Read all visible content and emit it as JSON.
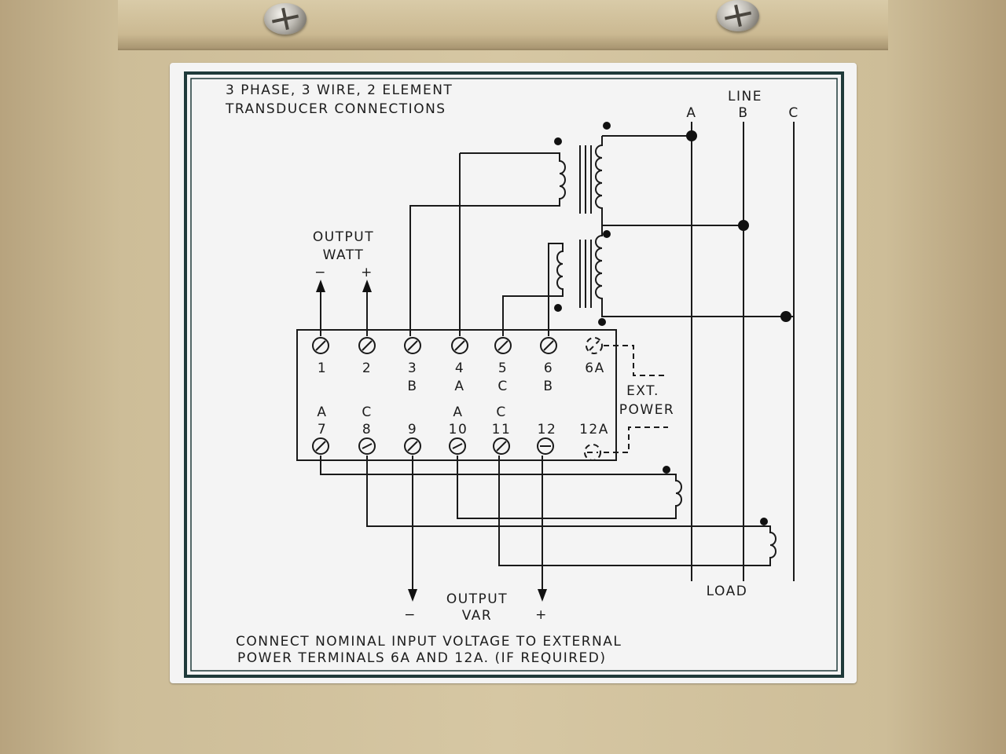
{
  "title": {
    "line1": "3 PHASE, 3 WIRE, 2 ELEMENT",
    "line2": "TRANSDUCER CONNECTIONS"
  },
  "line_header": "LINE",
  "phases": [
    "A",
    "B",
    "C"
  ],
  "output_watt": {
    "line1": "OUTPUT",
    "line2": "WATT",
    "minus": "−",
    "plus": "+"
  },
  "output_var": {
    "line1": "OUTPUT",
    "line2": "VAR",
    "minus": "−",
    "plus": "+"
  },
  "top_terminals": [
    {
      "num": "1",
      "phase": ""
    },
    {
      "num": "2",
      "phase": ""
    },
    {
      "num": "3",
      "phase": "B"
    },
    {
      "num": "4",
      "phase": "A"
    },
    {
      "num": "5",
      "phase": "C"
    },
    {
      "num": "6",
      "phase": "B"
    },
    {
      "num": "6A",
      "phase": ""
    }
  ],
  "bottom_terminals": [
    {
      "num": "7",
      "phase": "A"
    },
    {
      "num": "8",
      "phase": "C"
    },
    {
      "num": "9",
      "phase": ""
    },
    {
      "num": "10",
      "phase": "A"
    },
    {
      "num": "11",
      "phase": "C"
    },
    {
      "num": "12",
      "phase": ""
    },
    {
      "num": "12A",
      "phase": ""
    }
  ],
  "ext_power": {
    "line1": "EXT.",
    "line2": "POWER"
  },
  "load_label": "LOAD",
  "note": {
    "line1": "CONNECT NOMINAL INPUT VOLTAGE TO EXTERNAL",
    "line2": "POWER TERMINALS 6A AND 12A. (IF REQUIRED)"
  },
  "colors": {
    "plate": "#f4f4f4",
    "housing": "#d6c7a3",
    "border": "#1f3a3a",
    "ink": "#1a1a1a"
  }
}
